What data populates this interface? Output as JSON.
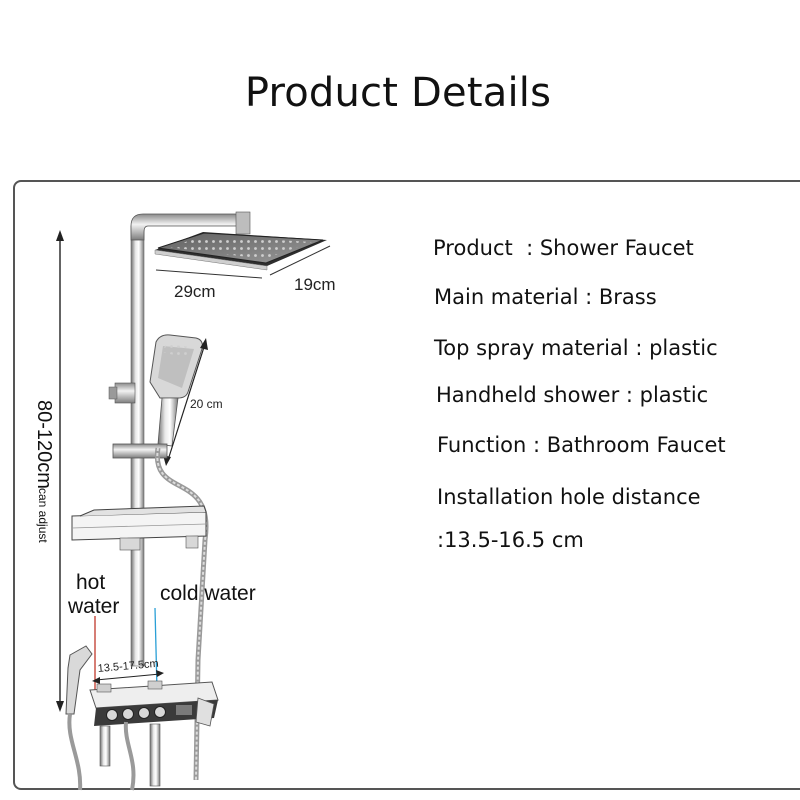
{
  "page_title": "Product Details",
  "diagram": {
    "height_value": "80-120cm",
    "height_note": "can adjust",
    "head_width": "29cm",
    "head_depth": "19cm",
    "handheld_length": "20 cm",
    "hot_line1": "hot",
    "hot_line2": "water",
    "cold_label": "cold water",
    "hole_distance": "13.5-17.5cm"
  },
  "specs": [
    "Product  : Shower Faucet",
    "Main material : Brass",
    "Top spray material : plastic",
    "Handheld shower : plastic",
    "Function : Bathroom Faucet",
    "Installation hole distance",
    ":13.5-16.5 cm"
  ]
}
